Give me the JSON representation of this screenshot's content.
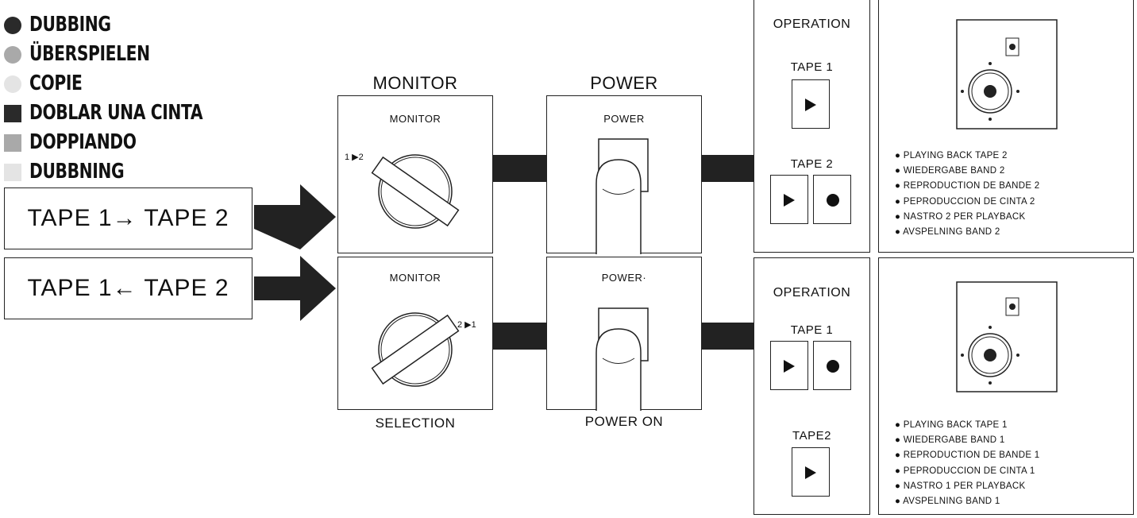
{
  "legend": [
    {
      "label": "DUBBING",
      "color": "#2a2a2a",
      "shape": "circle"
    },
    {
      "label": "ÜBERSPIELEN",
      "color": "#a9a9a9",
      "shape": "circle"
    },
    {
      "label": "COPIE",
      "color": "#e4e4e4",
      "shape": "circle"
    },
    {
      "label": "DOBLAR UNA CINTA",
      "color": "#2a2a2a",
      "shape": "square"
    },
    {
      "label": "DOPPIANDO",
      "color": "#a9a9a9",
      "shape": "square"
    },
    {
      "label": "DUBBNING",
      "color": "#e4e4e4",
      "shape": "square"
    }
  ],
  "row1": {
    "tape_label": "TAPE 1→ TAPE 2",
    "monitor_title": "MONITOR",
    "monitor_panel_label": "MONITOR",
    "monitor_switch_text": "1 ▶2",
    "power_title": "POWER",
    "power_panel_label": "POWER",
    "operation_title": "OPERATION",
    "tape1_label": "TAPE 1",
    "tape2_label": "TAPE 2",
    "notes": [
      "PLAYING BACK TAPE 2",
      "WIEDERGABE BAND 2",
      "REPRODUCTION DE BANDE 2",
      "PEPRODUCCION DE CINTA 2",
      "NASTRO 2 PER PLAYBACK",
      "AVSPELNING BAND 2"
    ]
  },
  "row2": {
    "tape_label": "TAPE 1← TAPE 2",
    "monitor_panel_label": "MONITOR",
    "monitor_switch_text": "2 ▶1",
    "monitor_caption": "SELECTION",
    "power_panel_label": "POWER·",
    "power_caption": "POWER ON",
    "operation_title": "OPERATION",
    "tape1_label": "TAPE 1",
    "tape2_label": "TAPE2",
    "notes": [
      "PLAYING BACK TAPE 1",
      "WIEDERGABE BAND 1",
      "REPRODUCTION DE BANDE 1",
      "PEPRODUCCION DE CINTA 1",
      "NASTRO 1 PER PLAYBACK",
      "AVSPELNING BAND 1"
    ]
  }
}
